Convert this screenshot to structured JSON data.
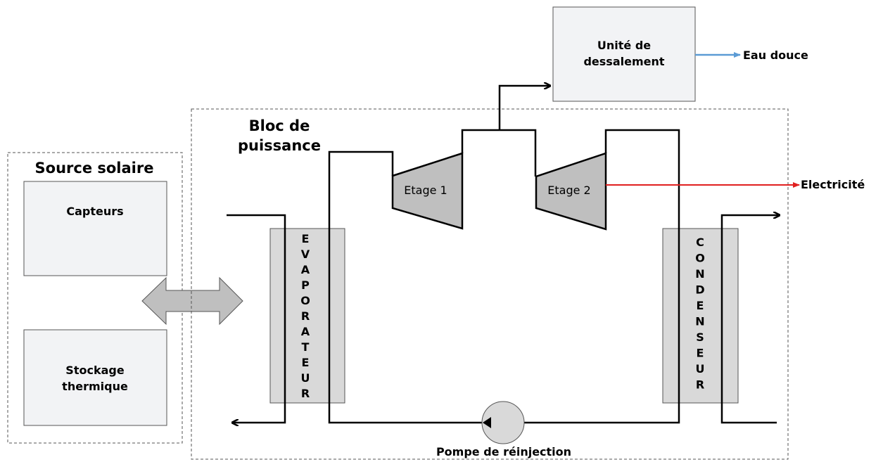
{
  "source_solaire": {
    "title": "Source solaire",
    "capteurs": "Capteurs",
    "stockage_line1": "Stockage",
    "stockage_line2": "thermique"
  },
  "bloc_puissance": {
    "title_line1": "Bloc de",
    "title_line2": "puissance"
  },
  "evaporateur_letters": [
    "E",
    "V",
    "A",
    "P",
    "O",
    "R",
    "A",
    "T",
    "E",
    "U",
    "R"
  ],
  "condenseur_letters": [
    "C",
    "O",
    "N",
    "D",
    "E",
    "N",
    "S",
    "E",
    "U",
    "R"
  ],
  "turbines": {
    "stage1": "Etage 1",
    "stage2": "Etage 2"
  },
  "dessalement": {
    "line1": "Unité de",
    "line2": "dessalement"
  },
  "outputs": {
    "eau_douce": "Eau douce",
    "electricite": "Electricité"
  },
  "pompe": "Pompe de réinjection",
  "colors": {
    "box_fill": "#f2f3f5",
    "exchanger_fill": "#d9d9d9",
    "turbine_fill": "#bfbfbf",
    "water_arrow": "#5b9bd5",
    "electricity_arrow": "#e02020"
  }
}
